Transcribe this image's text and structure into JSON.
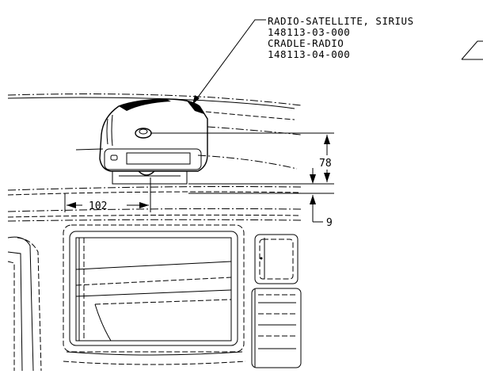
{
  "callout": {
    "line1": "RADIO-SATELLITE, SIRIUS",
    "line2": "148113-03-000",
    "line3": "CRADLE-RADIO",
    "line4": "148113-04-000"
  },
  "dimensions": {
    "height_radio": "78",
    "height_cradle": "9",
    "width_offset": "102"
  }
}
